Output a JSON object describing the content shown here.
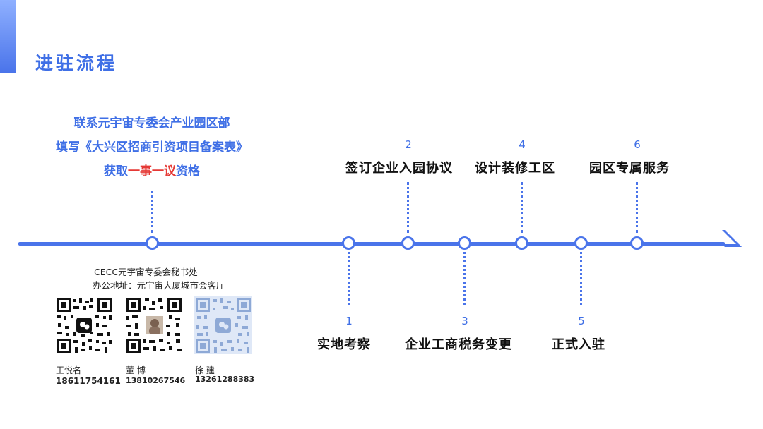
{
  "page": {
    "title": "进驻流程",
    "intro": {
      "line1": "联系元宇宙专委会产业园区部",
      "line2": "填写《大兴区招商引资项目备案表》",
      "line3_prefix": "获取",
      "line3_highlight": "一事一议",
      "line3_suffix": "资格"
    }
  },
  "steps": [
    {
      "number": "1",
      "label": "实地考察"
    },
    {
      "number": "2",
      "label": "签订企业入园协议"
    },
    {
      "number": "3",
      "label": "企业工商税务变更"
    },
    {
      "number": "4",
      "label": "设计装修工区"
    },
    {
      "number": "5",
      "label": "正式入驻"
    },
    {
      "number": "6",
      "label": "园区专属服务"
    }
  ],
  "office": {
    "name": "CECC元宇宙专委会秘书处",
    "address": "办公地址：元宇宙大厦城市会客厅"
  },
  "contacts": [
    {
      "name": "王悦名",
      "phone": "18611754161"
    },
    {
      "name": "董 博",
      "phone": "13810267546"
    },
    {
      "name": "徐 建",
      "phone": "13261288383"
    }
  ],
  "colors": {
    "accent": "#4a74ea",
    "title": "#3f6fe6",
    "highlight": "#e53935"
  },
  "icons": [
    "wechat-qr-code",
    "wechat-qr-code",
    "wechat-qr-code"
  ]
}
